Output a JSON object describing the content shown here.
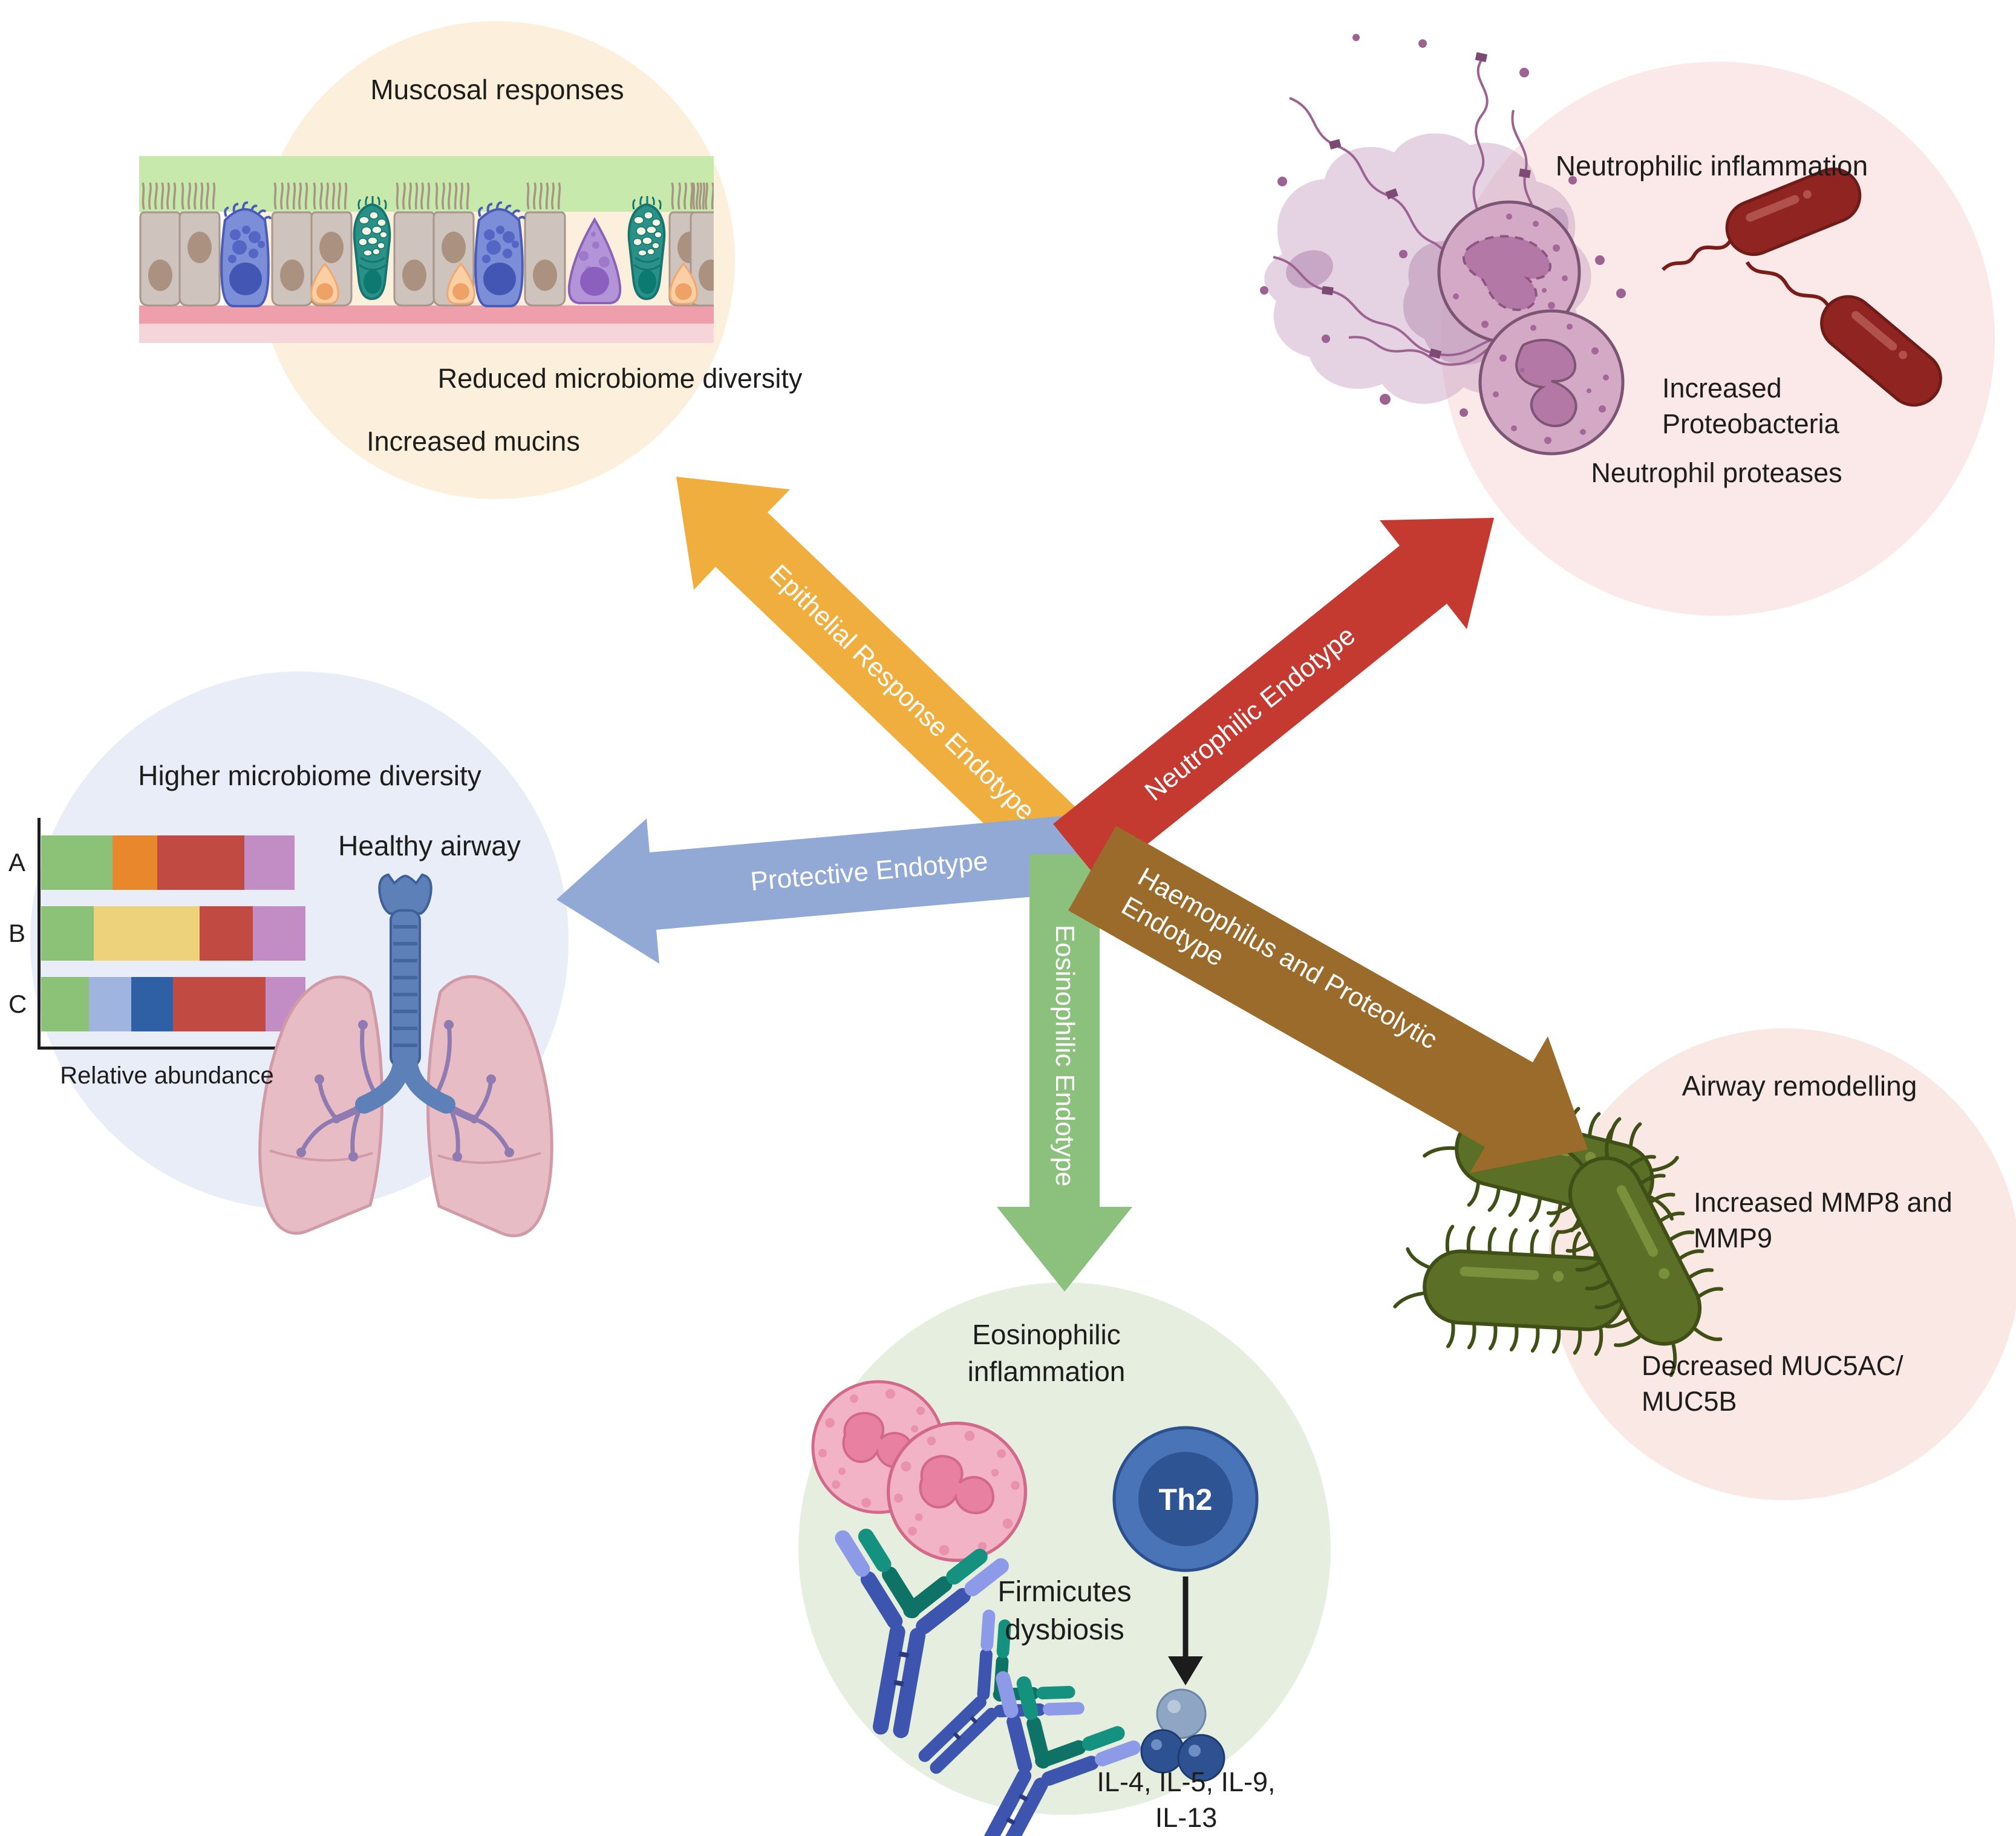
{
  "colors": {
    "text": "#1d1d1b",
    "arrow-label": "#ffffff",
    "circle-mucosal": "#fcefdb",
    "circle-neutrophilic": "#fae9e8",
    "circle-protective": "#e8edf8",
    "circle-haemophilus": "#f9e8e3",
    "circle-eosinophilic": "#e6eedf",
    "arrow-epithelial": "#f0ae3e",
    "arrow-neutrophilic": "#c43a30",
    "arrow-protective": "#92a8d5",
    "arrow-haemophilus": "#9a6b2b",
    "arrow-eosinophilic": "#8cc07d"
  },
  "arrows": {
    "epithelial": {
      "label": "Epithelial Response Endotype",
      "color": "#f0ae3e"
    },
    "neutrophilic": {
      "label": "Neutrophilic Endotype",
      "color": "#c43a30"
    },
    "protective": {
      "label": "Protective Endotype",
      "color": "#92a8d5"
    },
    "haemophilus": {
      "label": "Haemophilus and Proteolytic Endotype",
      "color": "#9a6b2b"
    },
    "eosinophilic": {
      "label": "Eosinophilic Endotype",
      "color": "#8cc07d"
    }
  },
  "regions": {
    "mucosal": {
      "title": "Muscosal responses",
      "findings": [
        "Reduced microbiome diversity",
        "Increased mucins"
      ]
    },
    "neutrophilic": {
      "title": "Neutrophilic inflammation",
      "findings": [
        "Increased Proteobacteria",
        "Neutrophil proteases"
      ]
    },
    "protective": {
      "title": "Higher microbiome diversity",
      "subtitle": "Healthy airway"
    },
    "haemophilus": {
      "title": "Airway remodelling",
      "findings": [
        "Increased MMP8 and MMP9",
        "Decreased MUC5AC/ MUC5B"
      ]
    },
    "eosinophilic": {
      "title": "Eosinophilic inflammation",
      "findings": [
        "Firmicutes dysbiosis"
      ],
      "th2_label": "Th2",
      "cytokines": "IL-4, IL-5, IL-9, IL-13"
    }
  },
  "chart_data": {
    "type": "bar",
    "orientation": "horizontal-stacked",
    "title": "Higher microbiome diversity",
    "xlabel": "Relative abundance",
    "ylabel": "",
    "categories": [
      "A",
      "B",
      "C"
    ],
    "axis_range": [
      0,
      100
    ],
    "grid": false,
    "legend": false,
    "series": [
      {
        "name": "taxon-green",
        "color": "#8cc178",
        "values": [
          27,
          20,
          18
        ]
      },
      {
        "name": "taxon-orange",
        "color": "#e8872b",
        "values": [
          17,
          0,
          0
        ]
      },
      {
        "name": "taxon-yellow",
        "color": "#eed27b",
        "values": [
          0,
          40,
          0
        ]
      },
      {
        "name": "taxon-light-blue",
        "color": "#9fb4de",
        "values": [
          0,
          0,
          16
        ]
      },
      {
        "name": "taxon-dark-blue",
        "color": "#2f5fa5",
        "values": [
          0,
          0,
          16
        ]
      },
      {
        "name": "taxon-red",
        "color": "#c14a42",
        "values": [
          33,
          20,
          35
        ]
      },
      {
        "name": "taxon-purple",
        "color": "#c28cc4",
        "values": [
          19,
          20,
          15
        ]
      }
    ]
  }
}
